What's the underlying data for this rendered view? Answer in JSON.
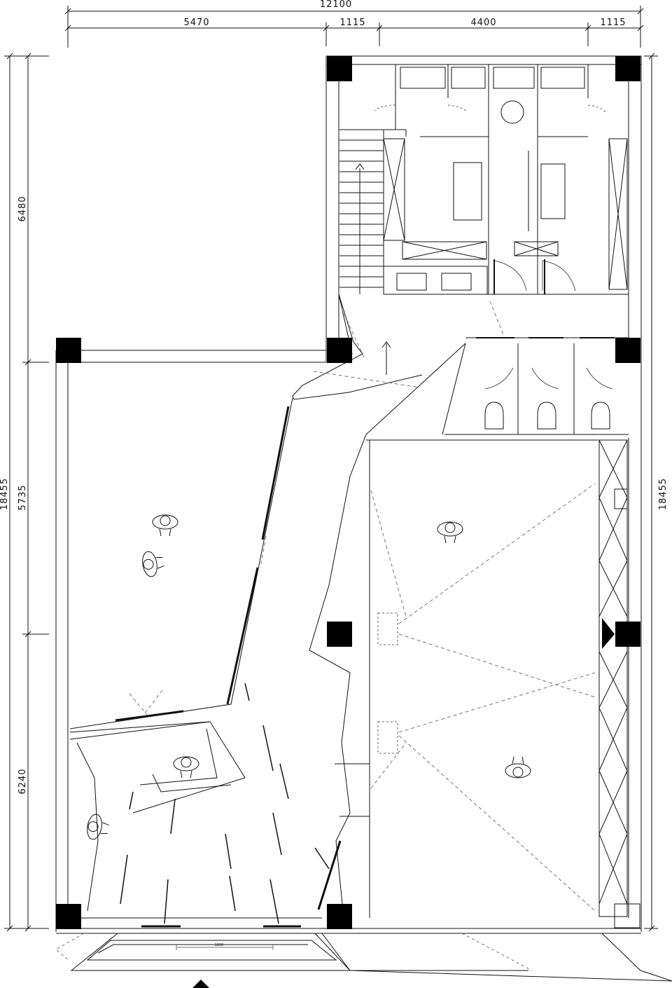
{
  "dimensions": {
    "top_total": "12100",
    "top_segments": [
      "5470",
      "1115",
      "4400",
      "1115"
    ],
    "left_total": "18455",
    "left_segments": [
      "6480",
      "5735",
      "6240"
    ],
    "right_total": "18455"
  },
  "entrance_mark": "1800",
  "colors": {
    "line": "#111111",
    "column": "#000000",
    "dash": "#777777"
  }
}
